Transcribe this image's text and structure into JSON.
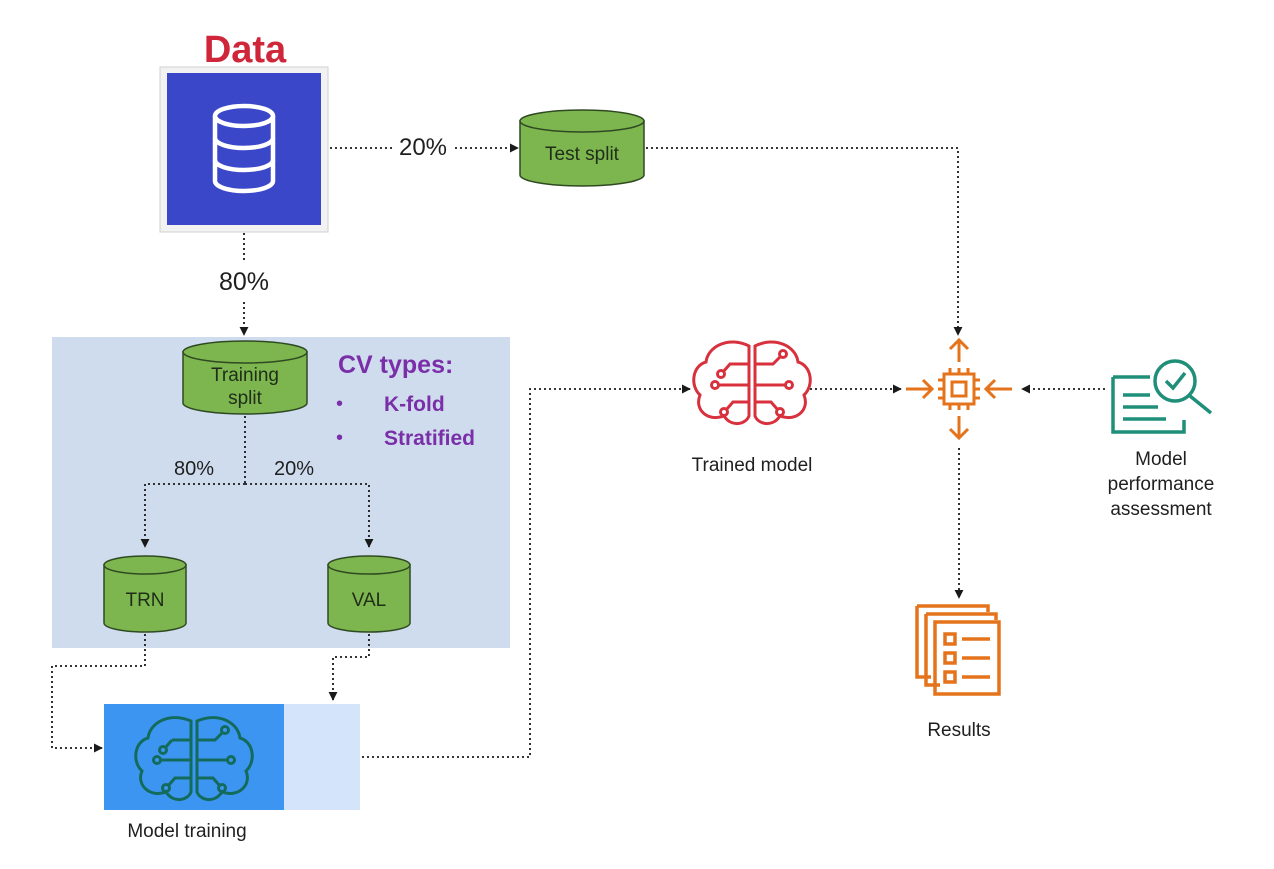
{
  "data_block": {
    "title": "Data",
    "icon": "database-icon"
  },
  "splits": {
    "test_pct": "20%",
    "train_pct": "80%",
    "inner_train_pct": "80%",
    "inner_val_pct": "20%"
  },
  "cylinders": {
    "test_split": "Test split",
    "training_split_line1": "Training",
    "training_split_line2": "split",
    "trn": "TRN",
    "val": "VAL"
  },
  "cv": {
    "title": "CV types:",
    "items": [
      "K-fold",
      "Stratified"
    ]
  },
  "model_training": {
    "label": "Model training",
    "icon": "brain-circuit-icon"
  },
  "trained_model": {
    "label": "Trained model",
    "icon": "brain-circuit-icon"
  },
  "processor": {
    "icon": "processor-chip-icon"
  },
  "assessment": {
    "line1": "Model",
    "line2": "performance",
    "line3": "assessment",
    "icon": "document-check-icon"
  },
  "results": {
    "label": "Results",
    "icon": "results-documents-icon"
  },
  "colors": {
    "data_title": "#d0263a",
    "data_box": "#3a47c9",
    "cylinder_fill": "#7db64e",
    "cv_panel": "#cfdcee",
    "cv_text": "#7a2fa8",
    "training_block": "#3d95f2",
    "training_block_light": "#d4e5fb",
    "trained_model": "#d8303d",
    "aws_orange": "#e5731b",
    "assessment": "#1f8f7a"
  }
}
